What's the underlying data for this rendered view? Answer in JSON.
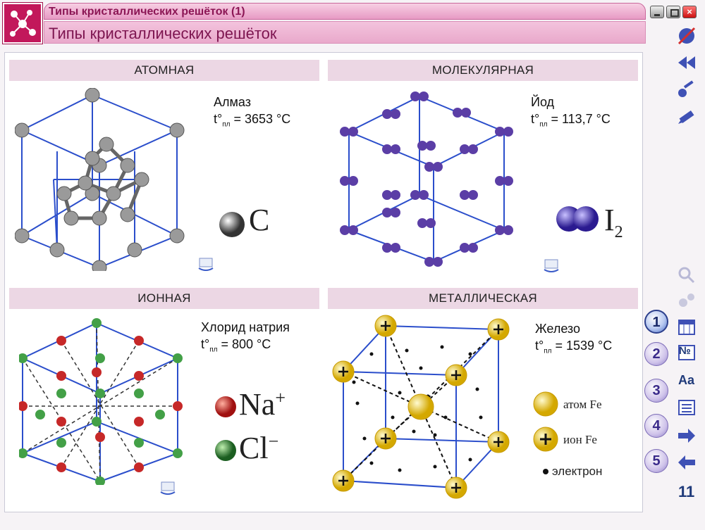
{
  "window": {
    "title": "Типы кристаллических решёток (1)",
    "subtitle": "Типы кристаллических решёток",
    "close_label": "×"
  },
  "panels": {
    "atomic": {
      "header": "АТОМНАЯ",
      "substance": "Алмаз",
      "temp_prefix": "t°",
      "temp_sub": "пл",
      "temp_value": " = 3653 °C",
      "legend_symbol": "C",
      "atom_color": "#9a9a9a"
    },
    "molecular": {
      "header": "МОЛЕКУЛЯРНАЯ",
      "substance": "Йод",
      "temp_prefix": "t°",
      "temp_sub": "пл",
      "temp_value": " = 113,7 °C",
      "legend_symbol": "I",
      "legend_sub": "2",
      "atom_color": "#5b3ea6"
    },
    "ionic": {
      "header": "ИОННАЯ",
      "substance": "Хлорид натрия",
      "temp_prefix": "t°",
      "temp_sub": "пл",
      "temp_value": " = 800 °C",
      "legend_na": "Na",
      "legend_na_charge": "+",
      "legend_cl": "Cl",
      "legend_cl_charge": "−",
      "na_color": "#c62828",
      "cl_color": "#43a047"
    },
    "metallic": {
      "header": "МЕТАЛЛИЧЕСКАЯ",
      "substance": "Железо",
      "temp_prefix": "t°",
      "temp_sub": "пл",
      "temp_value": " = 1539 °C",
      "legend_atom": "атом Fe",
      "legend_ion": "ион Fe",
      "legend_electron": "электрон",
      "atom_color": "#f5d31d"
    }
  },
  "toolbar": {
    "numbers": [
      "1",
      "2",
      "3",
      "4",
      "5"
    ],
    "font_label": "Aa",
    "numero_label": "№",
    "page_number": "11"
  },
  "colors": {
    "accent": "#c2185b",
    "header_pink": "#ecd7e4",
    "lattice_line": "#2b4ecb"
  }
}
